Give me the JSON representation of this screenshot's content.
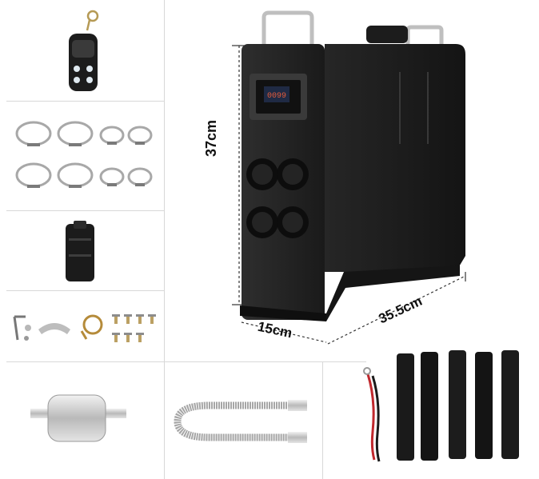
{
  "dimensions": {
    "height": "37cm",
    "width": "15cm",
    "depth": "35.5cm"
  },
  "items": [
    {
      "icon": "remote-control-icon"
    },
    {
      "icon": "hose-clamp-icon"
    },
    {
      "icon": "air-filter-icon"
    },
    {
      "icon": "mounting-hardware-icon"
    },
    {
      "icon": "exhaust-muffler-icon"
    },
    {
      "icon": "exhaust-pipe-icon"
    },
    {
      "icon": "wiring-and-tubes-icon"
    },
    {
      "icon": "diesel-heater-icon"
    }
  ],
  "display": {
    "readout": "0099"
  },
  "colors": {
    "heater_body": "#202020",
    "heater_front": "#2b2b2b",
    "metal": "#c8c8c8",
    "wire_red": "#c0282d"
  }
}
